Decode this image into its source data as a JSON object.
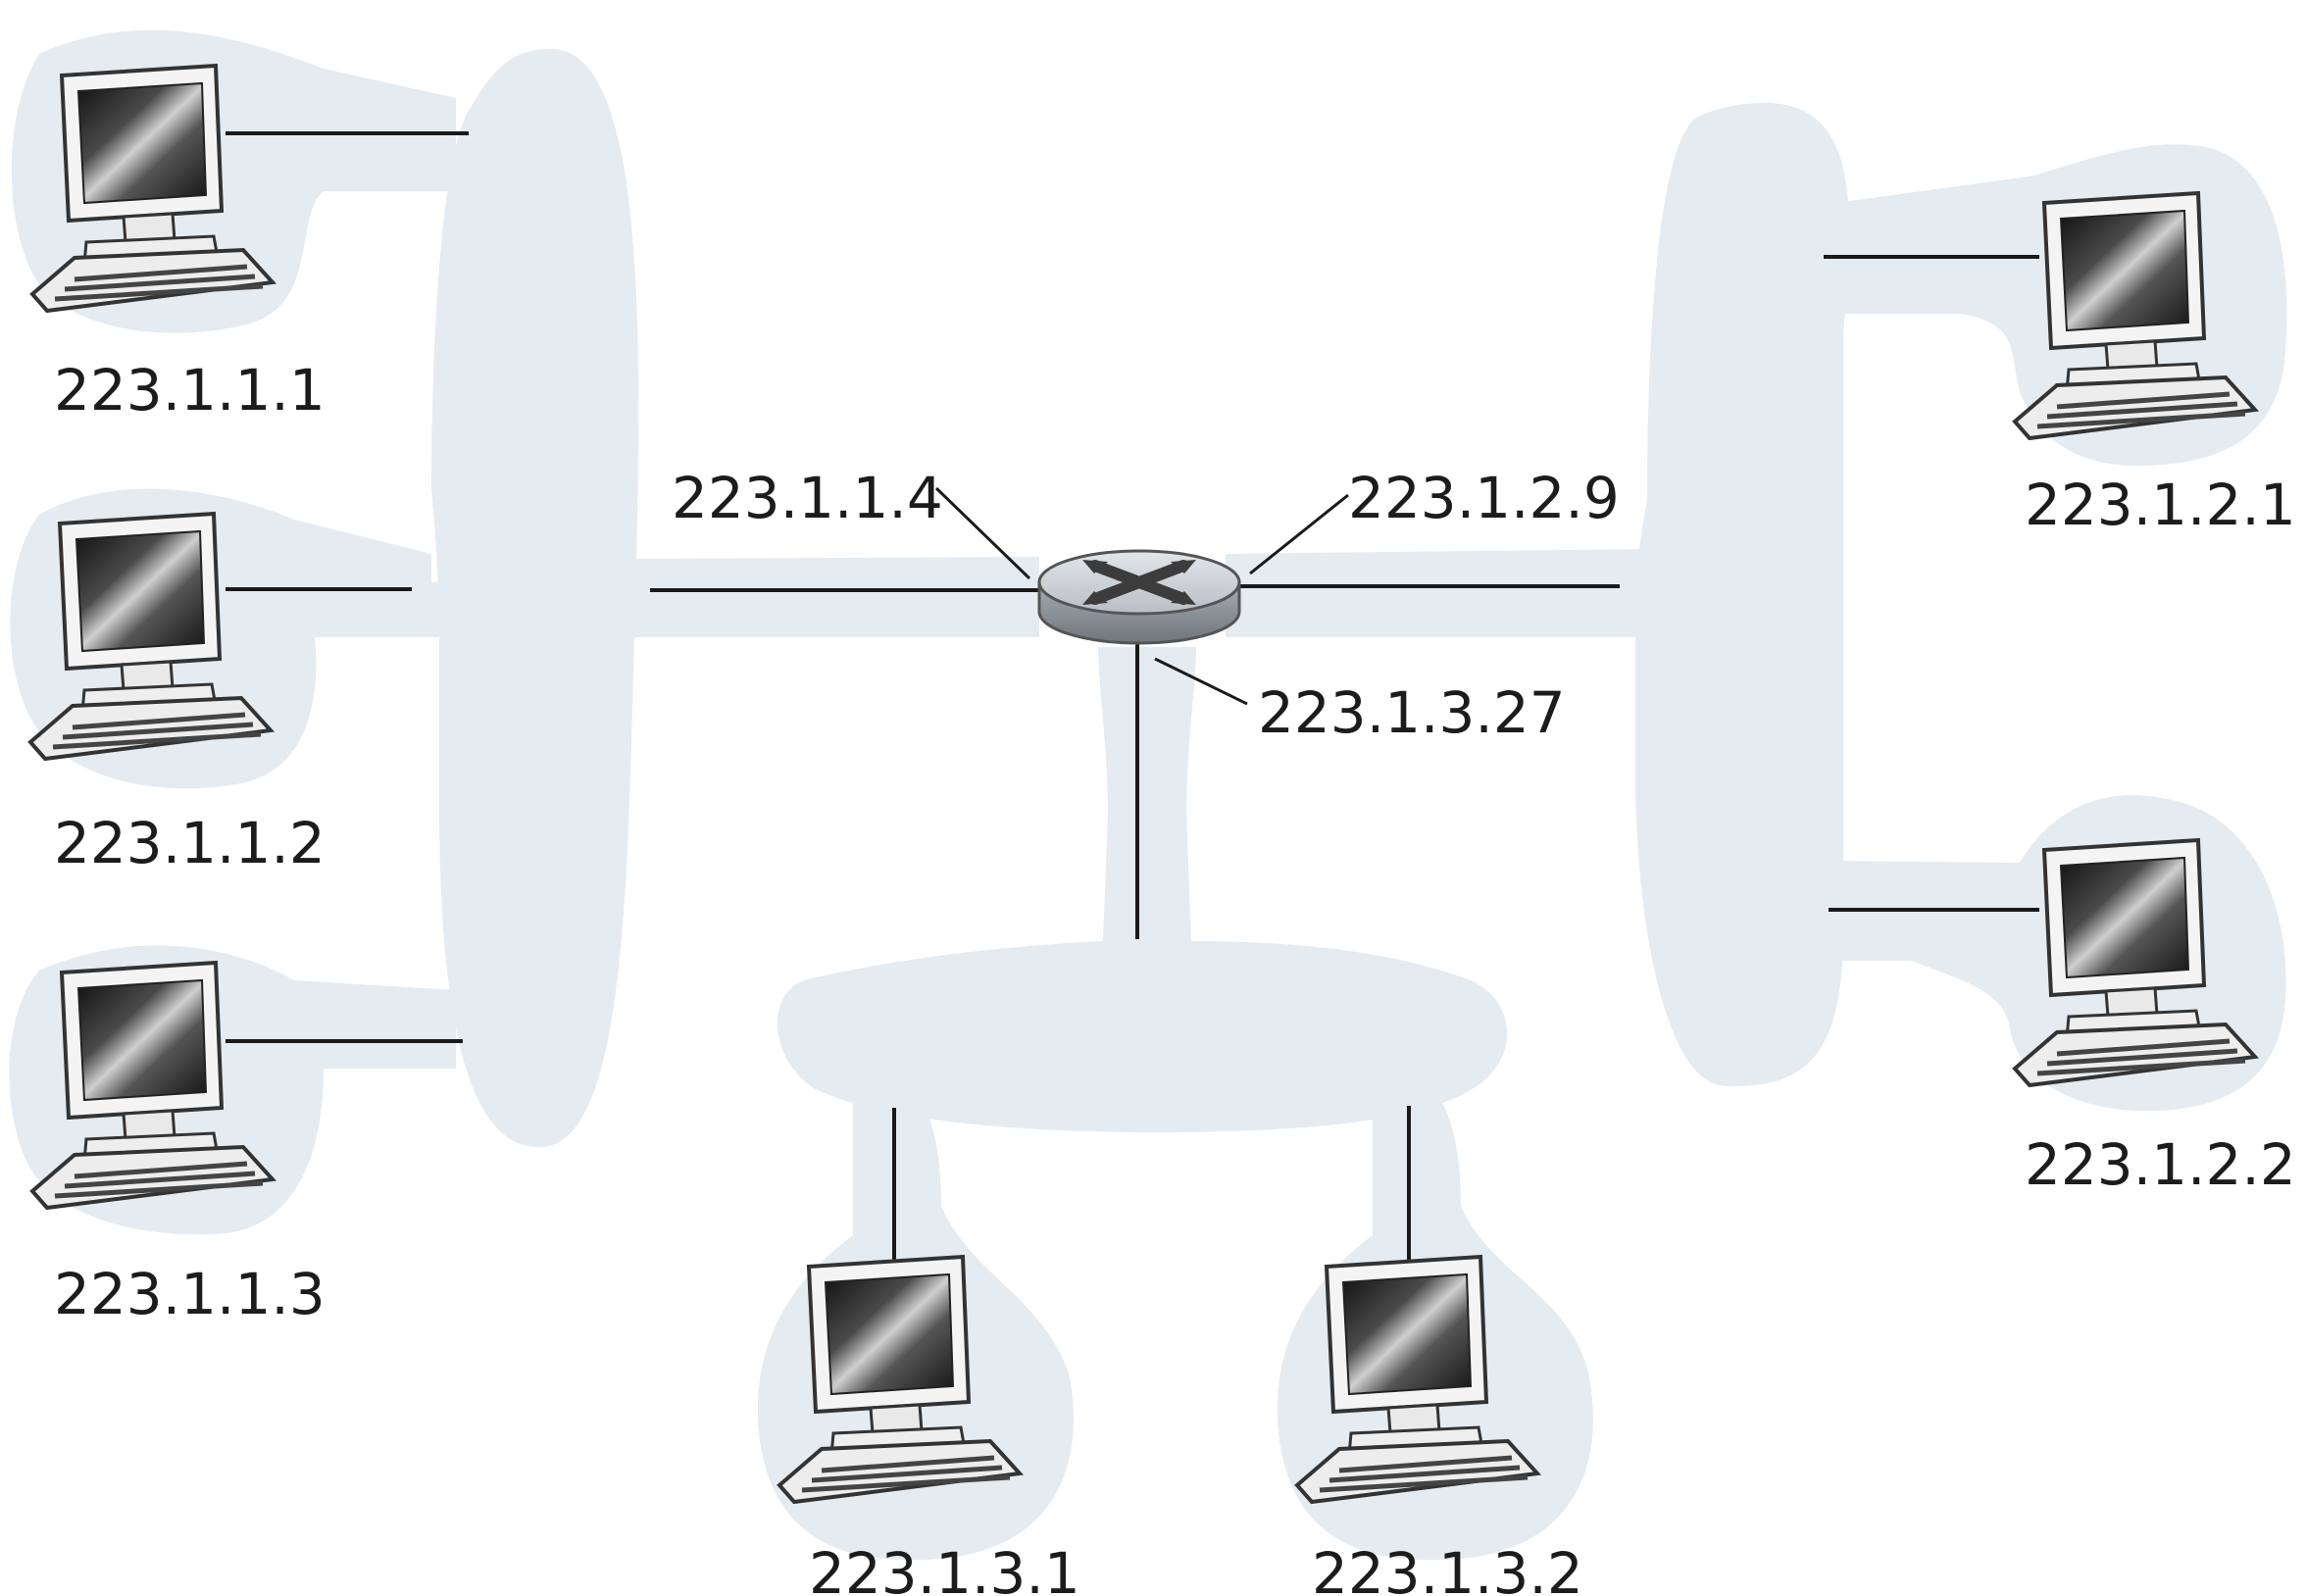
{
  "hosts": {
    "h1": "223.1.1.1",
    "h2": "223.1.1.2",
    "h3": "223.1.1.3",
    "h4": "223.1.2.1",
    "h5": "223.1.2.2",
    "h6": "223.1.3.1",
    "h7": "223.1.3.2"
  },
  "router": {
    "if_left": "223.1.1.4",
    "if_right": "223.1.2.9",
    "if_bottom": "223.1.3.27"
  },
  "colors": {
    "subnet_fill": "#e4ebf1",
    "wire": "#1a1a1a",
    "router_top": "#c9ced3",
    "router_side": "#8f969c"
  },
  "icons": {
    "host": "desktop-computer-icon",
    "router": "router-icon"
  }
}
